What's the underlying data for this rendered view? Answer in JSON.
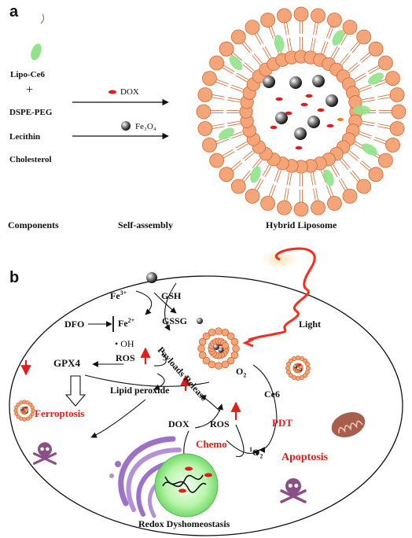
{
  "panel_a": {
    "letter": "a",
    "components": [
      "Lipo-Ce6",
      "+",
      "DSPE-PEG",
      "Lecithin",
      "Cholesterol"
    ],
    "arrow_dox": "DOX",
    "arrow_fe3o4": "Fe₃O₄",
    "footer": {
      "components": "Components",
      "self_assembly": "Self-assembly",
      "hybrid": "Hybrid Liposome"
    }
  },
  "panel_b": {
    "letter": "b",
    "fe3": "Fe",
    "fe3_sup": "3+",
    "gsh": "GSH",
    "dfo": "DFO",
    "fe2": "Fe",
    "fe2_sup": "2+",
    "gssg": "GSSG",
    "oh": "• OH",
    "ros_left": "ROS",
    "gpx4": "GPX4",
    "lipid": "Lipid peroxide",
    "ferroptosis": "Ferroptosis",
    "payloads": "Payloads Release",
    "light": "Light",
    "o2": "O",
    "o2_sub": "2",
    "ce6": "Ce6",
    "pdt": "PDT",
    "dox": "DOX",
    "ros_mid": "ROS",
    "chemo": "Chemo",
    "singlet_sup": "1",
    "singlet": "O",
    "singlet_sub": "2",
    "apoptosis": "Apoptosis",
    "redox": "Redox Dyshomeostasis"
  },
  "colors": {
    "lipid_head": "#f4a57a",
    "lipid_edge": "#d9632a",
    "ce6_green": "#8fe38a",
    "accent_red": "#e31b1b",
    "light_red": "#ff2a1a"
  }
}
